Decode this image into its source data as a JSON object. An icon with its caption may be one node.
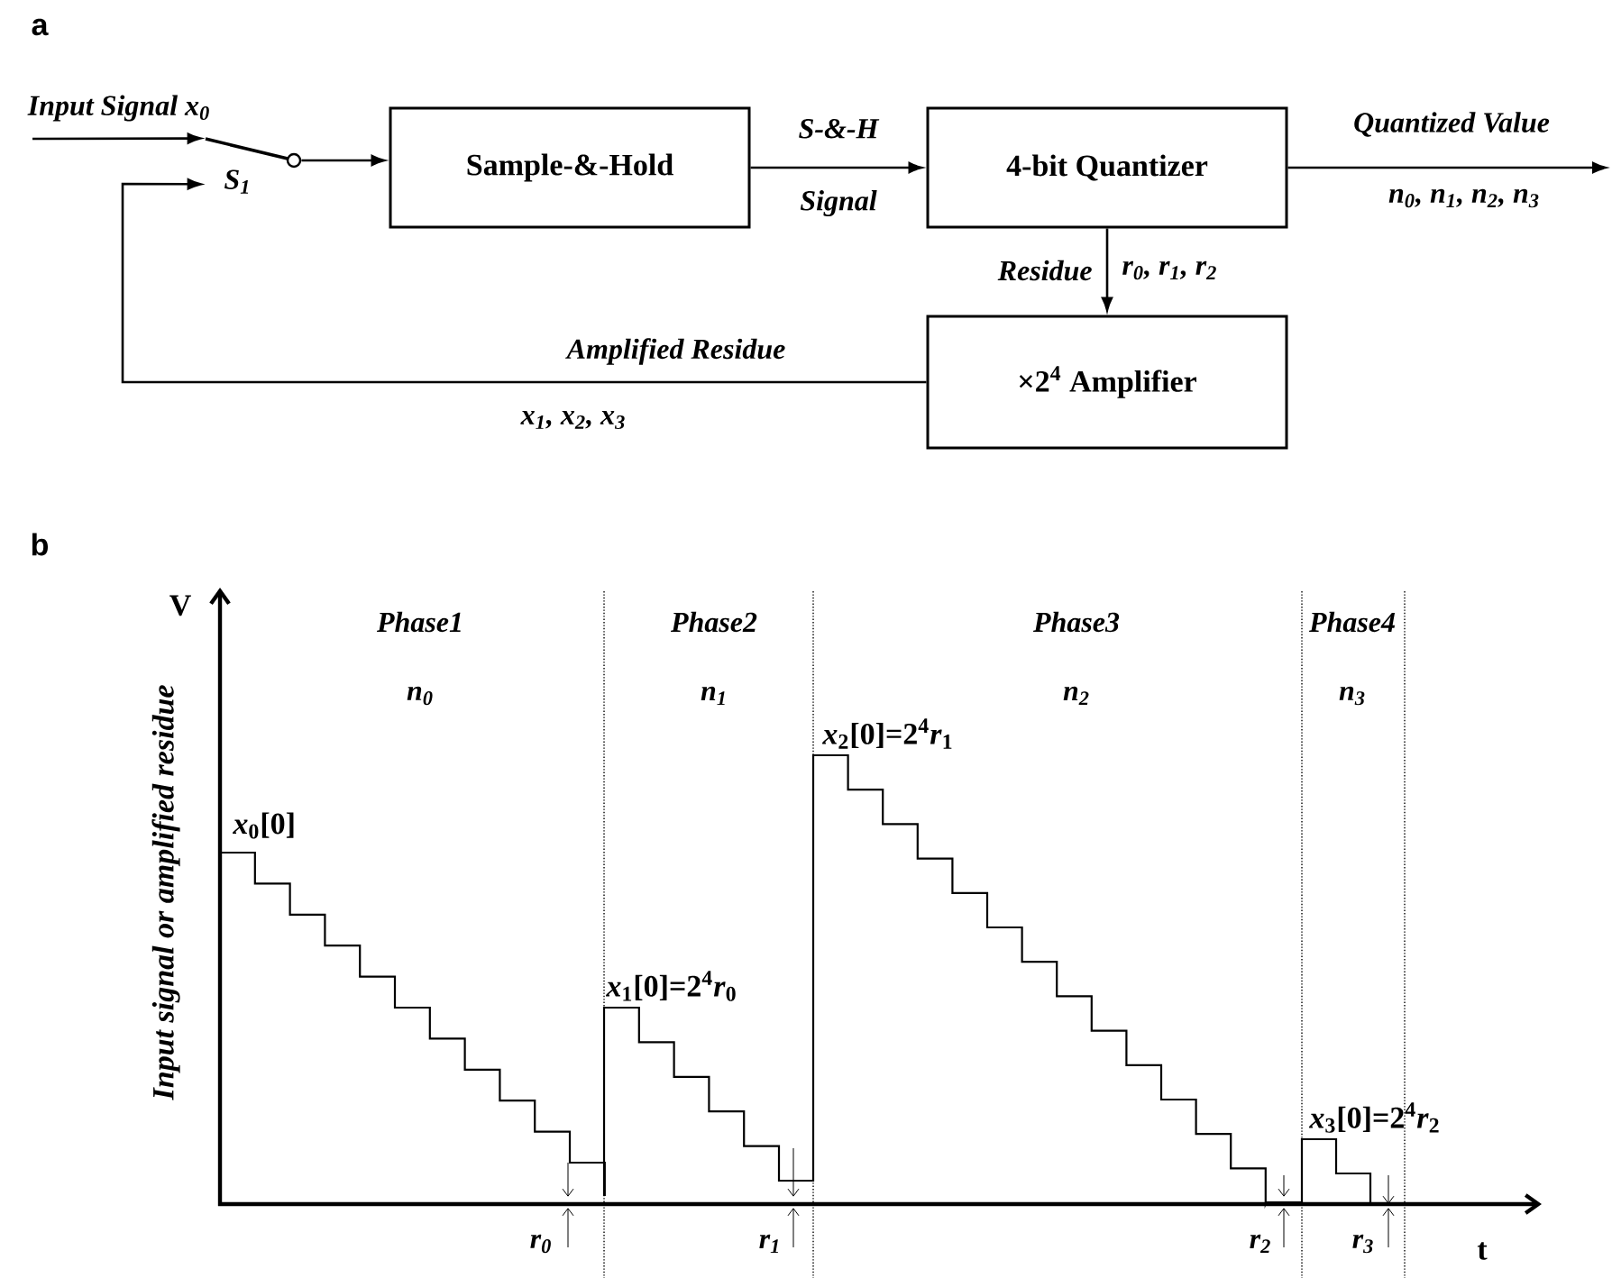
{
  "diagram": {
    "nodes": [
      {
        "text": [
          "Sample-&-Hold"
        ]
      },
      {
        "text": [
          "4-bit Quantizer"
        ]
      },
      {
        "text": [
          "×2$^{4}$ Amplifier"
        ]
      },
      {
        "text": [],
        "shape": "switch",
        "beside": [
          "S$_{1}$"
        ]
      }
    ],
    "edges": [
      {
        "from": null,
        "to": 3,
        "arrow": "to",
        "label": "Input Signal x$_{0}$"
      },
      {
        "from": 3,
        "to": 0,
        "arrow": "to"
      },
      {
        "from": 0,
        "to": 1,
        "arrow": "to",
        "label": "S-&-H Signal"
      },
      {
        "from": 1,
        "to": null,
        "arrow": "to",
        "label": "Quantized Value"
      },
      {
        "from": 1,
        "to": 2,
        "arrow": "to",
        "label": "Residue"
      },
      {
        "from": 2,
        "to": 3,
        "arrow": "to",
        "label": "Amplified Residue"
      }
    ],
    "labels": [
      "a",
      "n$_{0}$, n$_{1}$, n$_{2}$, n$_{3}$",
      "r$_{0}$, r$_{1}$, r$_{2}$",
      "x$_{1}$, x$_{2}$, x$_{3}$",
      "b",
      "V",
      "Phase1",
      "Phase2",
      "Phase3",
      "Phase4",
      "n$_{0}$",
      "n$_{1}$",
      "n$_{2}$",
      "n$_{3}$",
      "*x*$_{2}$[0]=2$^{4}$*r*$_{1}$",
      "Input signal or amplified residue",
      "*x*$_{0}$[0]",
      "*x*$_{1}$[0]=2$^{4}$*r*$_{0}$",
      "*x*$_{3}$[0]=2$^{4}$*r*$_{2}$",
      "r$_{0}$",
      "r$_{1}$",
      "r$_{2}$",
      "r$_{3}$",
      "t"
    ]
  }
}
